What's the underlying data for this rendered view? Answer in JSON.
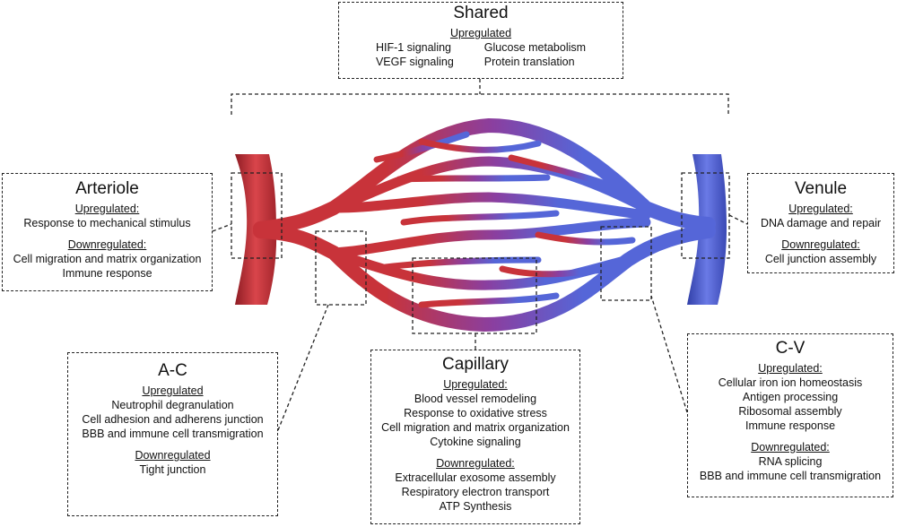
{
  "shared": {
    "title": "Shared",
    "up_head": "Upregulated",
    "col1": [
      "HIF-1 signaling",
      "VEGF signaling"
    ],
    "col2": [
      "Glucose metabolism",
      "Protein translation"
    ]
  },
  "arteriole": {
    "title": "Arteriole",
    "up_head": "Upregulated:",
    "up_items": [
      "Response to mechanical stimulus"
    ],
    "down_head": "Downregulated:",
    "down_items": [
      "Cell migration and matrix organization",
      "Immune response"
    ]
  },
  "venule": {
    "title": "Venule",
    "up_head": "Upregulated:",
    "up_items": [
      "DNA damage and repair"
    ],
    "down_head": "Downregulated:",
    "down_items": [
      "Cell junction assembly"
    ]
  },
  "ac": {
    "title": "A-C",
    "up_head": "Upregulated",
    "up_items": [
      "Neutrophil degranulation",
      "Cell adhesion and adherens junction",
      "BBB and immune cell transmigration"
    ],
    "down_head": "Downregulated",
    "down_items": [
      "Tight junction"
    ]
  },
  "capillary": {
    "title": "Capillary",
    "up_head": "Upregulated:",
    "up_items": [
      "Blood vessel remodeling",
      "Response to oxidative stress",
      "Cell migration and matrix organization",
      "Cytokine signaling"
    ],
    "down_head": "Downregulated:",
    "down_items": [
      "Extracellular exosome assembly",
      "Respiratory electron transport",
      "ATP Synthesis"
    ]
  },
  "cv": {
    "title": "C-V",
    "up_head": "Upregulated:",
    "up_items": [
      "Cellular iron ion homeostasis",
      "Antigen processing",
      "Ribosomal assembly",
      "Immune response"
    ],
    "down_head": "Downregulated:",
    "down_items": [
      "RNA splicing",
      "BBB and immune cell transmigration"
    ]
  },
  "colors": {
    "artery": "#c8333a",
    "artery_dark": "#8f1d24",
    "mid": "#8a3fa0",
    "vein": "#5566d8",
    "vein_dark": "#3140a8"
  }
}
